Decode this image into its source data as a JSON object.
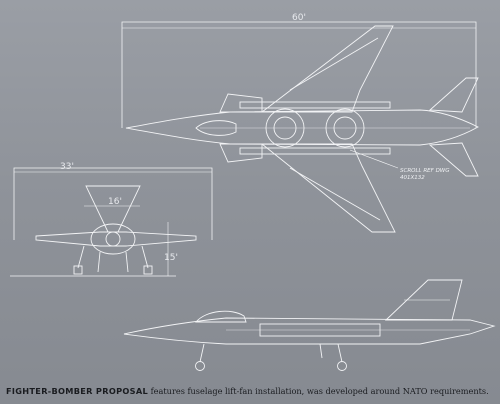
{
  "dimensions": {
    "span_top": "60'",
    "span_front": "33'",
    "tailplane_front": "16'",
    "height_front": "15'"
  },
  "note": {
    "line1": "SCROLL REF DWG",
    "line2": "401X132 "
  },
  "caption": {
    "lead": "FIGHTER-BOMBER PROPOSAL",
    "text": " features fuselage lift-fan installation, was developed around NATO requirements."
  },
  "colors": {
    "background": "#8f939a",
    "line": "#f2f3f5"
  }
}
